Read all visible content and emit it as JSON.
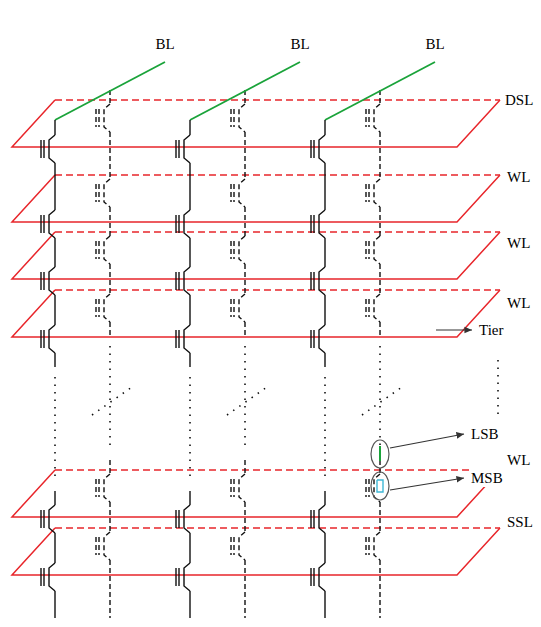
{
  "diagram": {
    "labels": [
      "BL",
      "BL",
      "BL",
      "DSL",
      "WL",
      "WL",
      "WL",
      "Tier",
      "LSB",
      "WL",
      "MSB",
      "SSL"
    ]
  }
}
